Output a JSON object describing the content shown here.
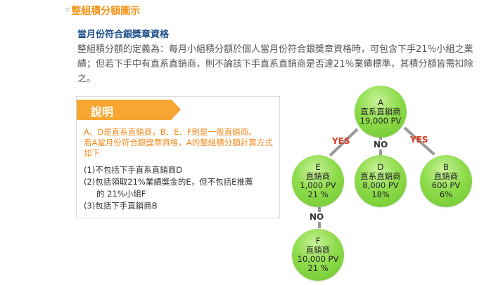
{
  "section_title": "整組積分額圖示",
  "subtitle": "當月份符合銀獎章資格",
  "description": "整組積分額的定義為：每月小組積分額於個人當月份符合銀獎章資格時，可包含下手21％小組之業績；但若下手中有直系直銷商，則不論該下手直系直銷商是否達21％業績標準，其積分額皆需扣除之。",
  "explain": {
    "header": "說明",
    "orange_lines": [
      "A、D是直系直銷商，B、E、F則是一般直銷商。",
      "若A當月份符合銀獎章資格，A的整組積分額計算方式如下"
    ],
    "items": [
      "(1)不包括下手直系直銷商D",
      "(2)包括領取21%業績獎金的E，但不包括E推薦",
      "的 21%小組F",
      "(3)包括下手直銷商B"
    ]
  },
  "tree": {
    "nodes": {
      "A": {
        "name": "A",
        "type": "直系直銷商",
        "pv": "19,000 PV"
      },
      "E": {
        "name": "E",
        "type": "直銷商",
        "pv": "1,000 PV",
        "pct": "21 %"
      },
      "D": {
        "name": "D",
        "type": "直系直銷商",
        "pv": "8,000 PV",
        "pct": "18%"
      },
      "B": {
        "name": "B",
        "type": "直銷商",
        "pv": "600 PV",
        "pct": "6%"
      },
      "F": {
        "name": "F",
        "type": "直銷商",
        "pv": "10,000 PV",
        "pct": "21 %"
      }
    },
    "edges": {
      "AE": "YES",
      "AD": "NO",
      "AB": "YES",
      "EF": "NO"
    },
    "colors": {
      "node": "#8fdc4c",
      "yes": "#d9361c",
      "no": "#333333"
    }
  }
}
